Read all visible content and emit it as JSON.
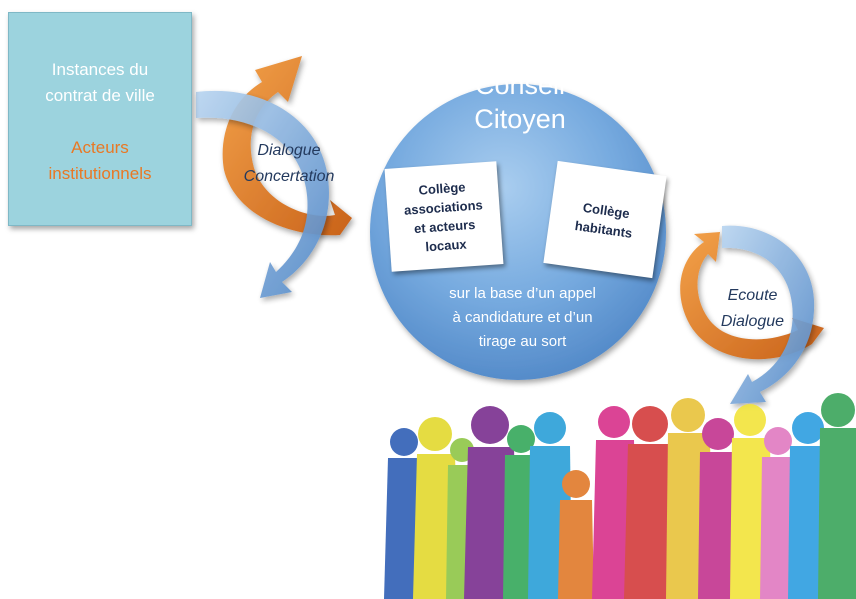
{
  "instances_box": {
    "line1": "Instances du",
    "line2": "contrat de ville",
    "actors_line1": "Acteurs",
    "actors_line2": "institutionnels"
  },
  "left_cycle": {
    "line1": "Dialogue",
    "line2": "Concertation"
  },
  "council": {
    "title_line1": "Conseil",
    "title_line2": "Citoyen",
    "college_assoc": [
      "Collège",
      "associations",
      "et acteurs",
      "locaux"
    ],
    "college_residents": [
      "Collège",
      "habitants"
    ],
    "subtitle": [
      "sur la base d’un appel",
      "à candidature et d’un",
      "tirage au sort"
    ]
  },
  "right_cycle": {
    "line1": "Ecoute",
    "line2": "Dialogue"
  },
  "colors": {
    "box_fill": "#9cd3de",
    "orange_arrow": "#e08326",
    "blue_arrow": "#6fa3d6",
    "circle_fill": "#6fa5dc",
    "actors_text": "#e97824"
  }
}
